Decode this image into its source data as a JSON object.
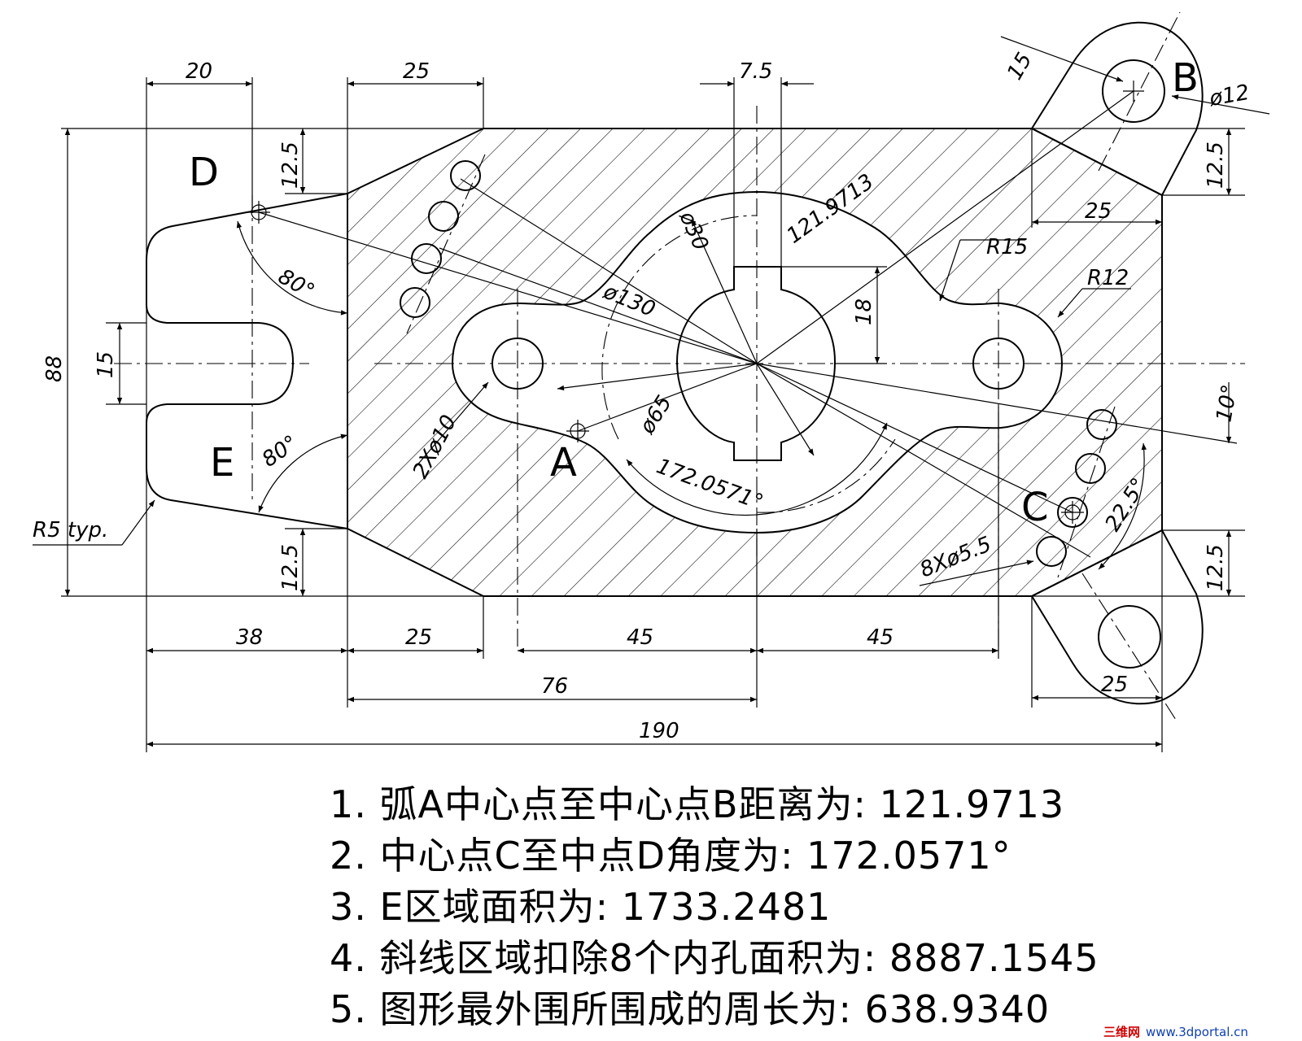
{
  "dimensions": {
    "d_20": "20",
    "d_25_top": "25",
    "d_7_5": "7.5",
    "d_15_b": "15",
    "d_phi12": "ø12",
    "d_12_5_tl": "12.5",
    "d_12_5_tr": "12.5",
    "d_25_right": "25",
    "d_r15": "R15",
    "d_r12": "R12",
    "d_121_9713": "121.9713",
    "d_phi30": "ø30",
    "d_phi130": "ø130",
    "d_18": "18",
    "d_80_top": "80°",
    "d_80_bottom": "80°",
    "d_88": "88",
    "d_15_slot": "15",
    "d_2xphi10": "2Xø10",
    "d_phi65": "ø65",
    "d_172_0571": "172.0571°",
    "d_10deg": "10°",
    "d_22_5": "22.5°",
    "d_8xphi5_5": "8Xø5.5",
    "d_r5": "R5  typ.",
    "d_12_5_bl": "12.5",
    "d_12_5_br": "12.5",
    "d_38": "38",
    "d_25_bot": "25",
    "d_45_l": "45",
    "d_45_r": "45",
    "d_76": "76",
    "d_190": "190",
    "d_25_br": "25"
  },
  "labels": {
    "a": "A",
    "b": "B",
    "c": "C",
    "d": "D",
    "e": "E"
  },
  "notes": [
    "1. 弧A中心点至中心点B距离为:  121.9713",
    "2. 中心点C至中点D角度为: 172.0571°",
    "3. E区域面积为: 1733.2481",
    "4. 斜线区域扣除8个内孔面积为: 8887.1545",
    "5. 图形最外围所围成的周长为: 638.9340"
  ],
  "watermark": {
    "brand": "三维网",
    "url": "www.3dportal.cn"
  }
}
